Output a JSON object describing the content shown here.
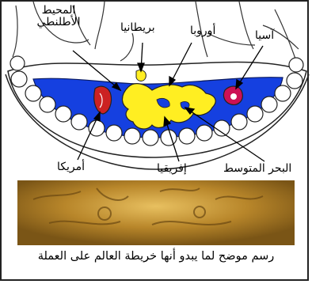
{
  "labels": {
    "atlantic": "المحيط الأطلنطي",
    "britain": "بريطانيا",
    "europe": "أوروبا",
    "asia": "آسيا",
    "america": "أمريكا",
    "africa": "إفريقيا",
    "mediterranean": "البحر المتوسط"
  },
  "caption": "رسم موضح لما يبدو أنها خريطة العالم على العملة",
  "colors": {
    "sea": "#1540e0",
    "land": "#ffee22",
    "asia_fill": "#cc1155",
    "america_fill": "#cc2222",
    "coin_gold": "#c9952c",
    "border": "#222222"
  }
}
